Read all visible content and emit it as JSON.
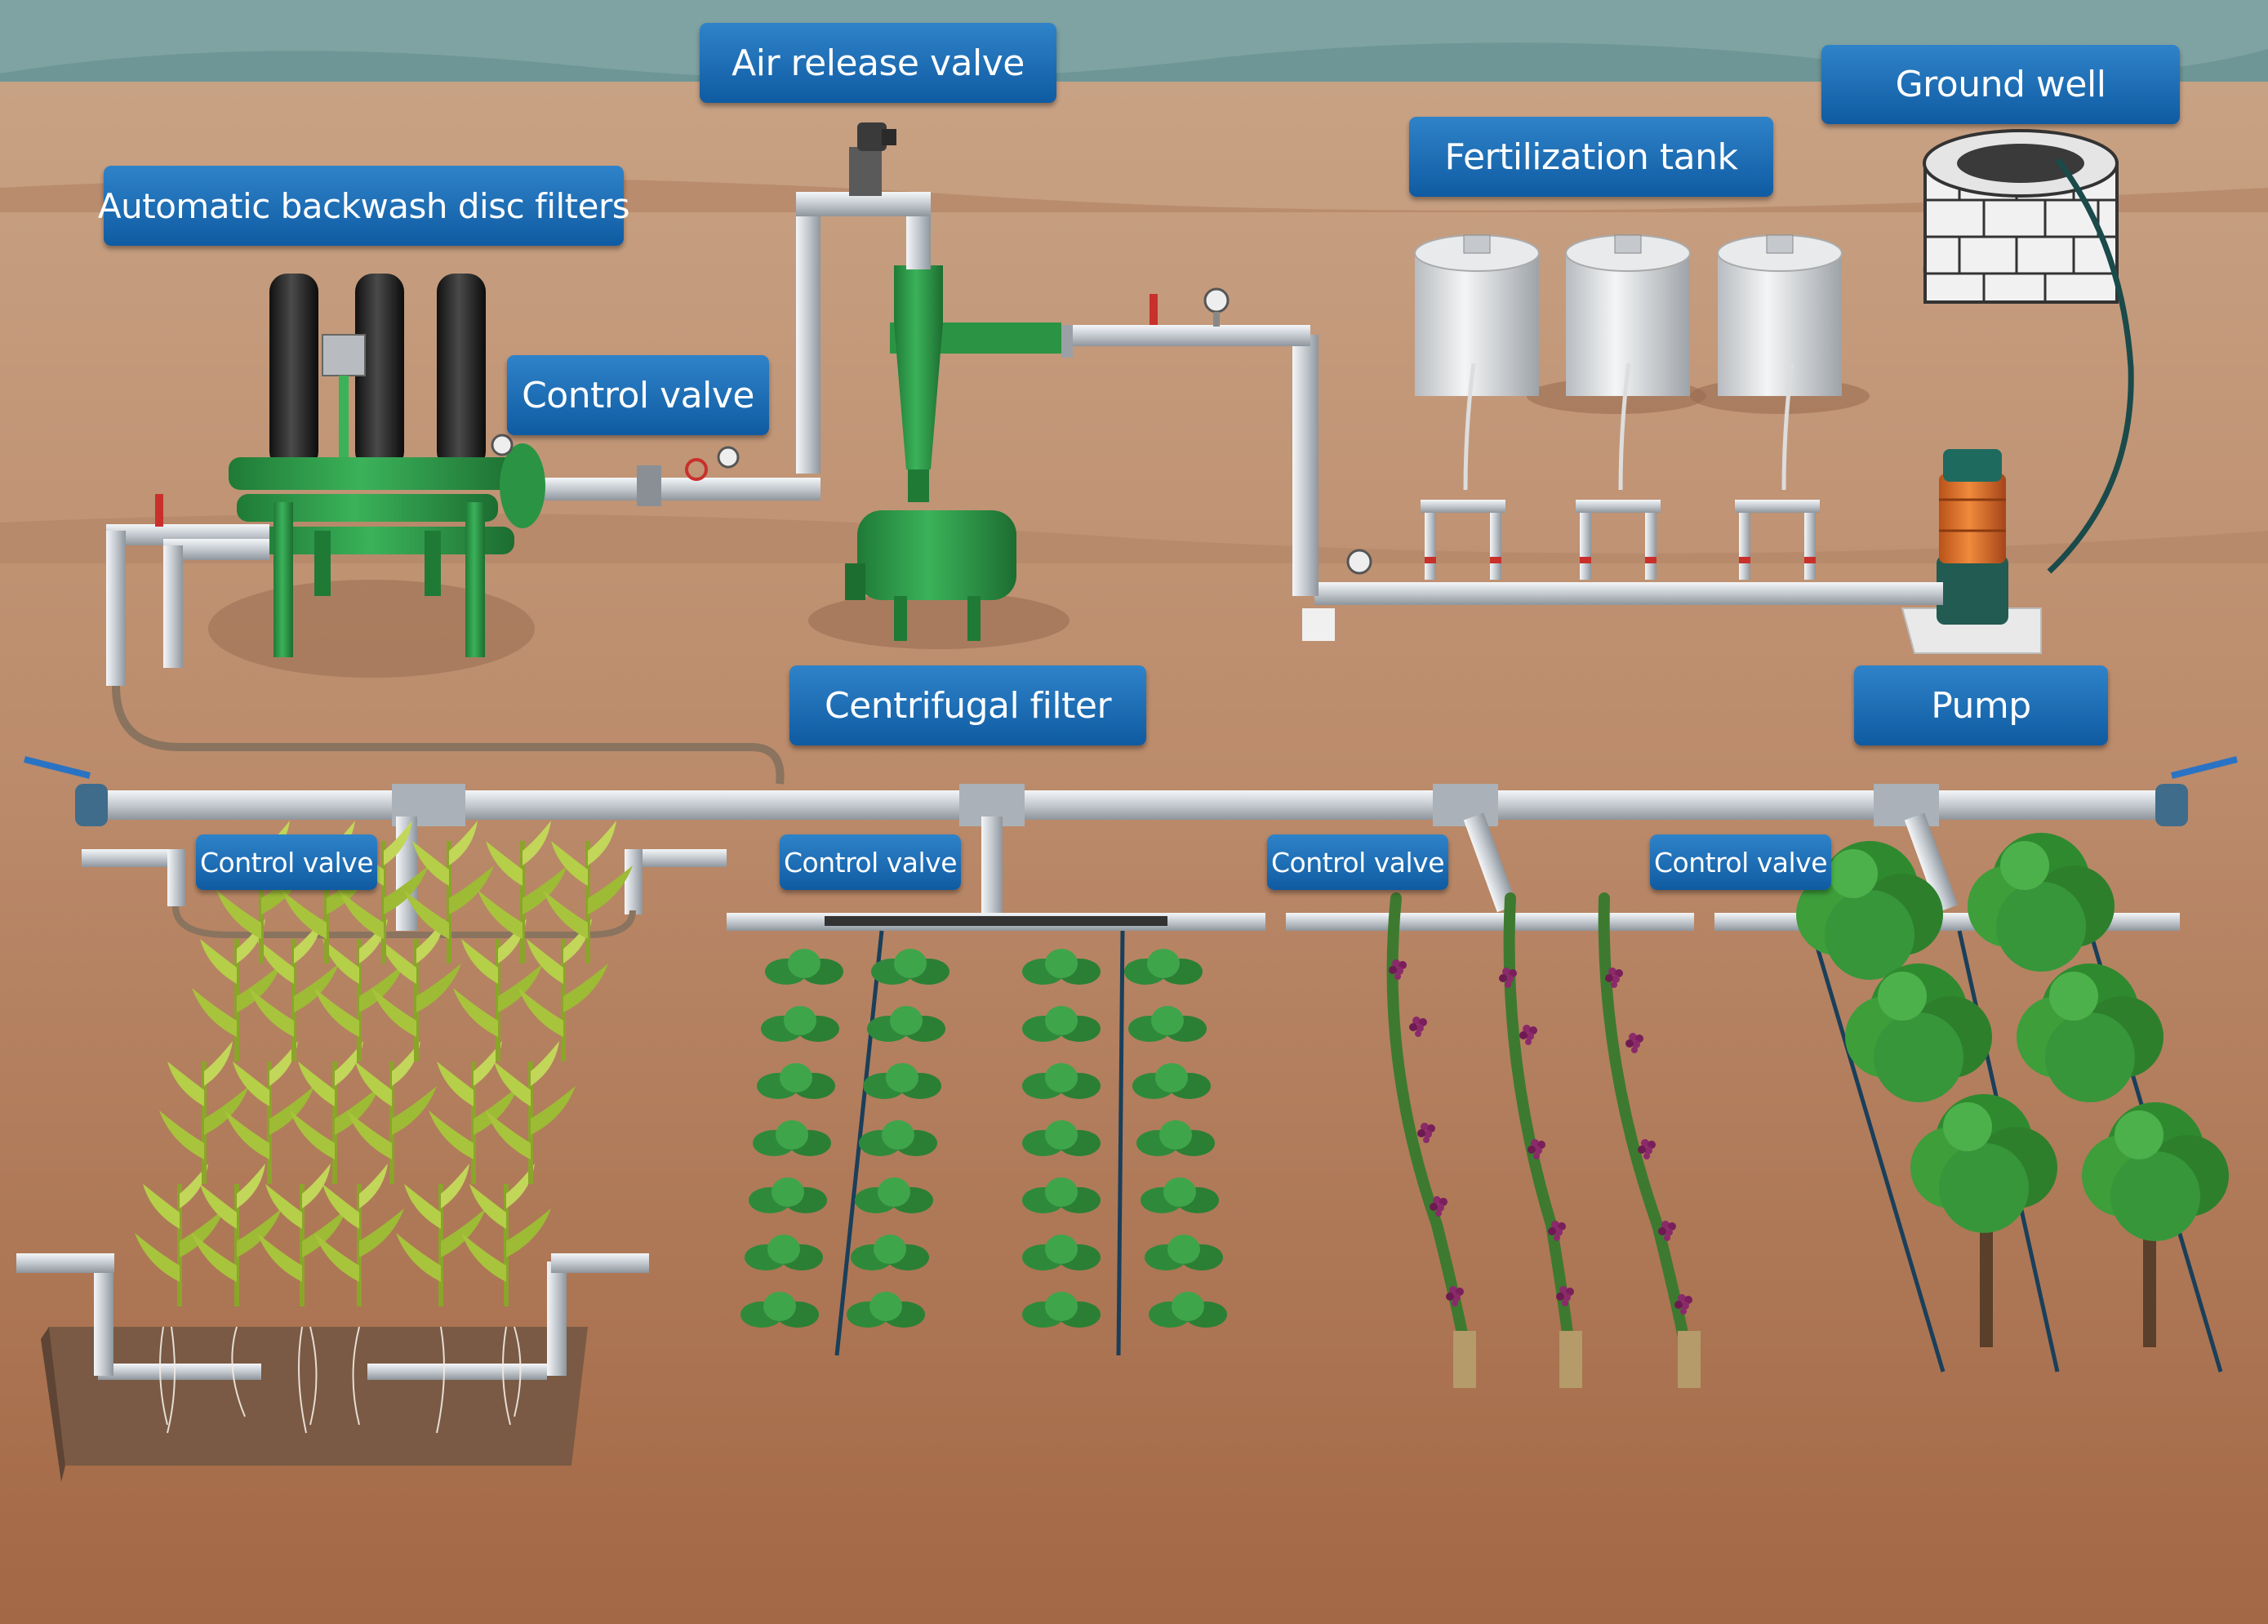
{
  "labels": {
    "air_release_valve": "Air release valve",
    "ground_well": "Ground well",
    "fertilization_tank": "Fertilization tank",
    "disc_filters": "Automatic backwash disc filters",
    "control_valve_main": "Control valve",
    "centrifugal_filter": "Centrifugal filter",
    "pump": "Pump",
    "control_valve_1": "Control valve",
    "control_valve_2": "Control valve",
    "control_valve_3": "Control valve",
    "control_valve_4": "Control valve"
  },
  "colors": {
    "label_blue": "#1565b0",
    "pipe_grey": "#c9ced4",
    "filter_green": "#2e9a48",
    "pump_orange": "#e0702a",
    "soil": "#b98767",
    "sky": "#7fa3a2"
  }
}
